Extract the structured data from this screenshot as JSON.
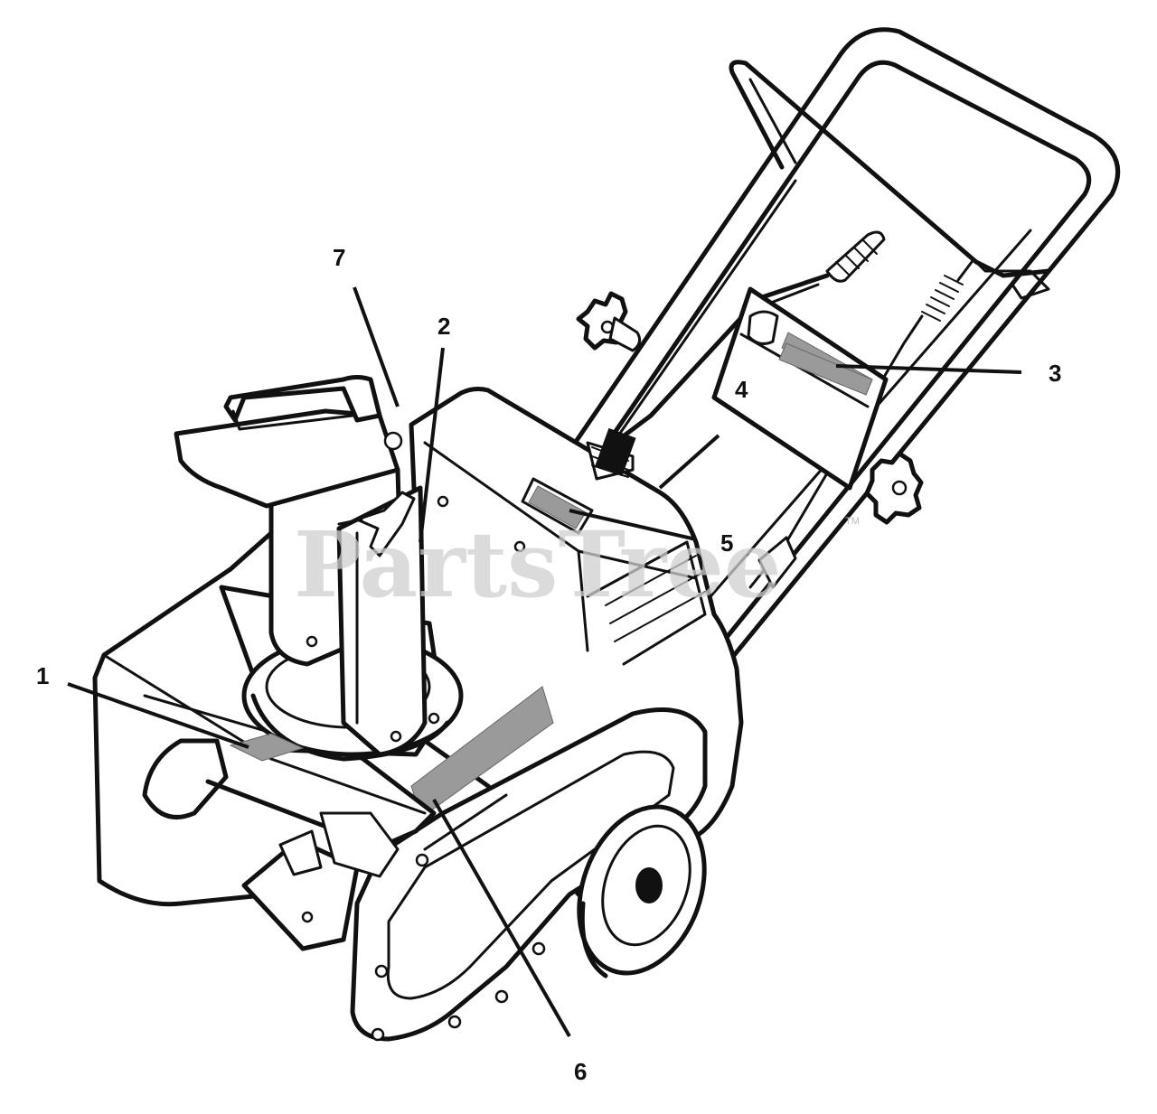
{
  "watermark": {
    "text": "PartsTree",
    "trademark": "TM"
  },
  "callouts": [
    {
      "id": "1",
      "label": "1"
    },
    {
      "id": "2",
      "label": "2"
    },
    {
      "id": "3",
      "label": "3"
    },
    {
      "id": "4",
      "label": "4"
    },
    {
      "id": "5",
      "label": "5"
    },
    {
      "id": "6",
      "label": "6"
    },
    {
      "id": "7",
      "label": "7"
    }
  ],
  "colors": {
    "line": "#111111",
    "decal": "#9a9a9a",
    "watermark": "#cfcfcf",
    "background": "#ffffff"
  }
}
